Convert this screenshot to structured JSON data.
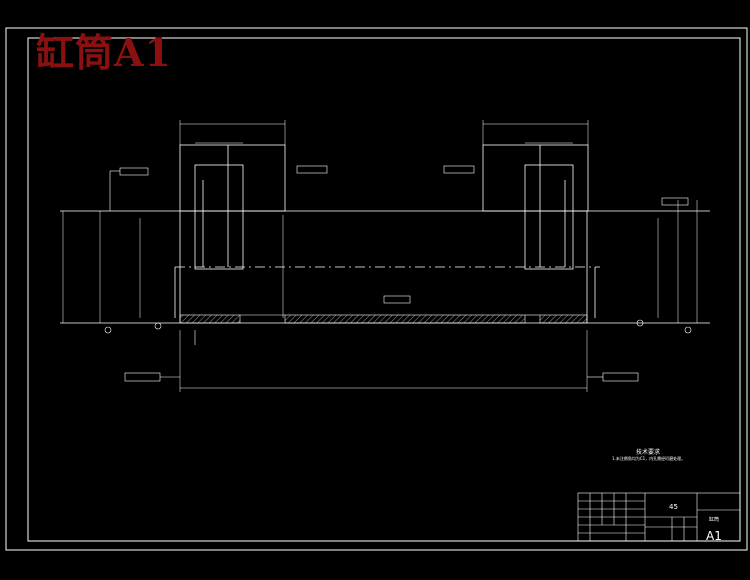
{
  "sheet_title": "缸筒A1",
  "technical_requirements": {
    "title": "技术要求",
    "text": "1.未注倒角均为C1，内孔需经珩磨处理。"
  },
  "title_block": {
    "material": "45",
    "size": "A1",
    "drawing_label": "缸筒"
  },
  "colors": {
    "background": "#000000",
    "lines": "#ffffff",
    "title": "#8b1010"
  }
}
